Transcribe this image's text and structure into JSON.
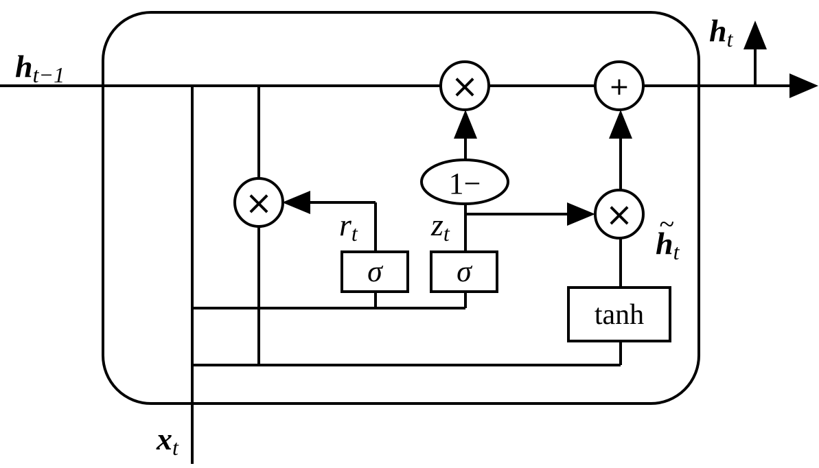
{
  "labels": {
    "h_prev_main": "h",
    "h_prev_sub": "t−1",
    "h_out_main": "h",
    "h_out_sub": "t",
    "x_main": "x",
    "x_sub": "t",
    "r_main": "r",
    "r_sub": "t",
    "z_main": "z",
    "z_sub": "t",
    "h_tilde_main": "h",
    "h_tilde_sub": "t",
    "h_tilde_accent": "~"
  },
  "operators": {
    "multiply": "×",
    "add": "+",
    "one_minus": "1−",
    "sigma": "σ",
    "tanh": "tanh"
  },
  "colors": {
    "stroke": "#000000",
    "background": "#ffffff"
  }
}
